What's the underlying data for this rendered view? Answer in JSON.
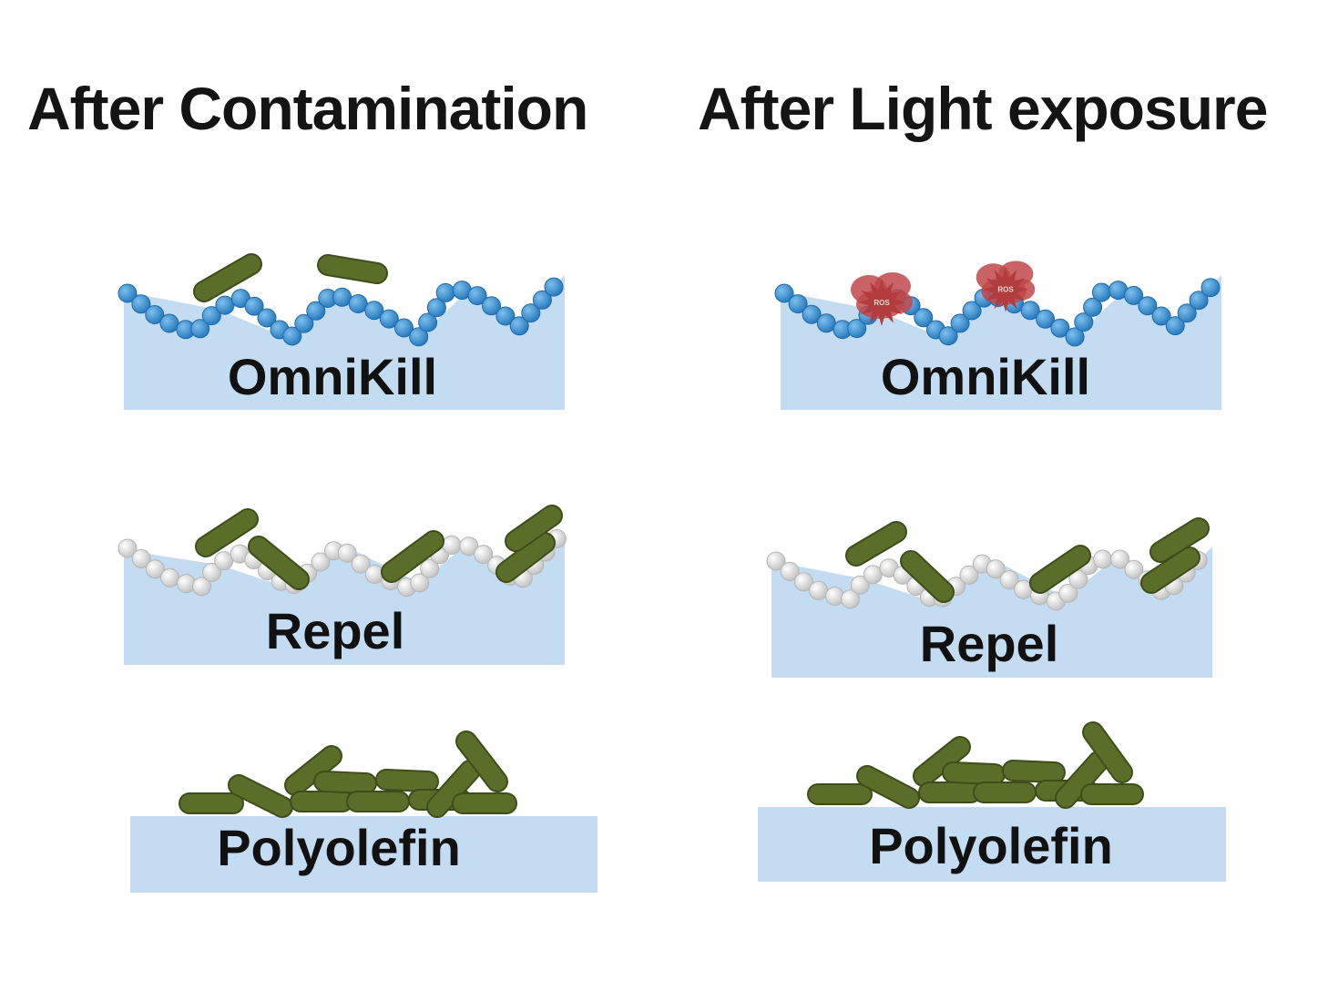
{
  "headings": {
    "left": "After Contamination",
    "right": "After Light exposure"
  },
  "surfaces": {
    "omnikill": "OmniKill",
    "repel": "Repel",
    "polyolefin": "Polyolefin"
  },
  "ros_label": "ROS",
  "colors": {
    "substrate": "#c3dcf1",
    "bead_blue": "#3a90cf",
    "bead_grey": "#dcdcdc",
    "bacteria": "#5a6e2a",
    "ros": "#c0484a",
    "text": "#111111"
  }
}
